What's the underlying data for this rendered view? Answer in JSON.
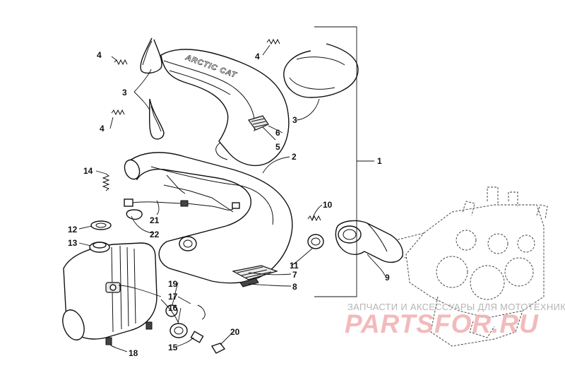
{
  "brand_marking": "ARCTIC CAT",
  "callouts": {
    "c1": "1",
    "c2": "2",
    "c3a": "3",
    "c3b": "3",
    "c4a": "4",
    "c4b": "4",
    "c4c": "4",
    "c5": "5",
    "c6": "6",
    "c7": "7",
    "c8": "8",
    "c9": "9",
    "c10": "10",
    "c11": "11",
    "c12": "12",
    "c13": "13",
    "c14": "14",
    "c15": "15",
    "c16": "16",
    "c17": "17",
    "c18": "18",
    "c19": "19",
    "c20": "20",
    "c21": "21",
    "c22": "22"
  },
  "watermark": {
    "line1": "ЗАПЧАСТИ И АКСЕССУАРЫ ДЛЯ МОТОТЕХНИКИ",
    "line2": "PARTSFOR.RU"
  },
  "colors": {
    "ink": "#111111",
    "watermark_red": "#f2aeb0",
    "watermark_grey": "#b5b5b5"
  }
}
